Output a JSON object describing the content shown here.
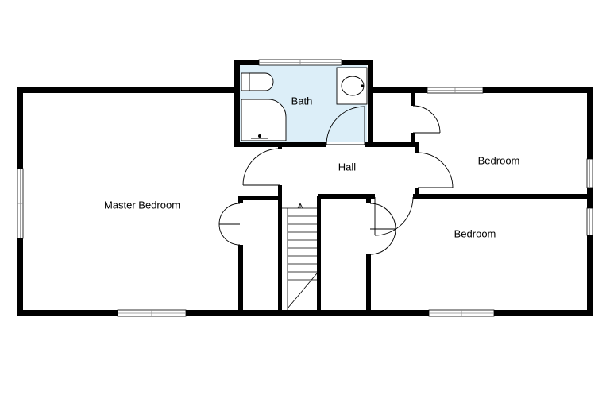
{
  "colors": {
    "wall": "#000000",
    "bath_fill": "#dceef8",
    "background": "#ffffff"
  },
  "rooms": {
    "master_bedroom": {
      "label": "Master Bedroom"
    },
    "bath": {
      "label": "Bath"
    },
    "hall": {
      "label": "Hall"
    },
    "bedroom_upper": {
      "label": "Bedroom"
    },
    "bedroom_lower": {
      "label": "Bedroom"
    }
  }
}
